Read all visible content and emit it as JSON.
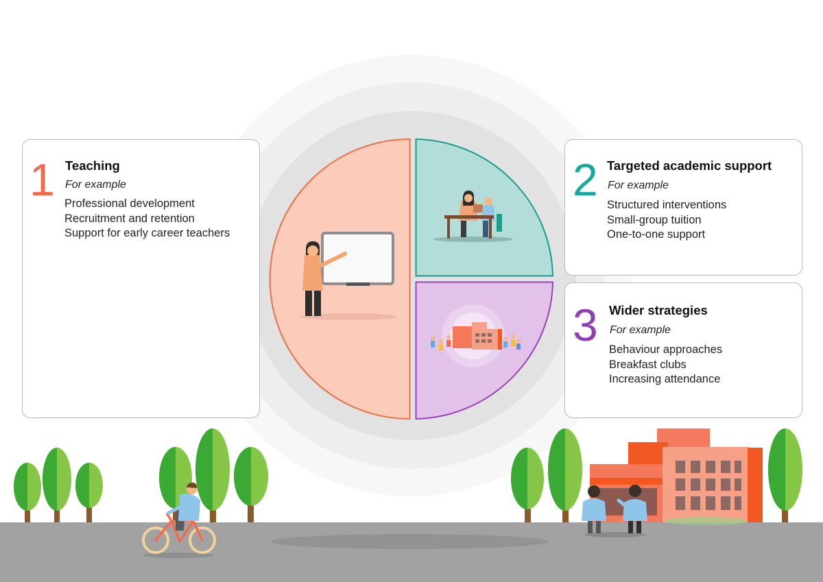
{
  "cards": [
    {
      "number": "1",
      "title": "Teaching",
      "subtitle": "For example",
      "items": [
        "Professional development",
        "Recruitment and retention",
        "Support for early career teachers"
      ],
      "color": "#f26b4e"
    },
    {
      "number": "2",
      "title": "Targeted academic support",
      "subtitle": "For example",
      "items": [
        "Structured interventions",
        "Small-group tuition",
        "One-to-one support"
      ],
      "color": "#17a99d"
    },
    {
      "number": "3",
      "title": "Wider strategies",
      "subtitle": "For example",
      "items": [
        "Behaviour approaches",
        "Breakfast clubs",
        "Increasing attendance"
      ],
      "color": "#8f3fb3"
    }
  ],
  "pie": {
    "segments": [
      {
        "key": "teaching",
        "share": 0.5,
        "fill": "#fccbb9",
        "stroke": "#ee7046"
      },
      {
        "key": "targeted",
        "share": 0.25,
        "fill": "#b2ddd8",
        "stroke": "#1b9a8d"
      },
      {
        "key": "wider",
        "share": 0.25,
        "fill": "#e2c2e9",
        "stroke": "#9a3fbb"
      }
    ]
  },
  "colors": {
    "road": "#a2a2a2",
    "tree_light": "#86c646",
    "tree_dark": "#3aaa35",
    "trunk": "#8b5a2b",
    "building": "#f3795a",
    "building_accent": "#f25822"
  }
}
